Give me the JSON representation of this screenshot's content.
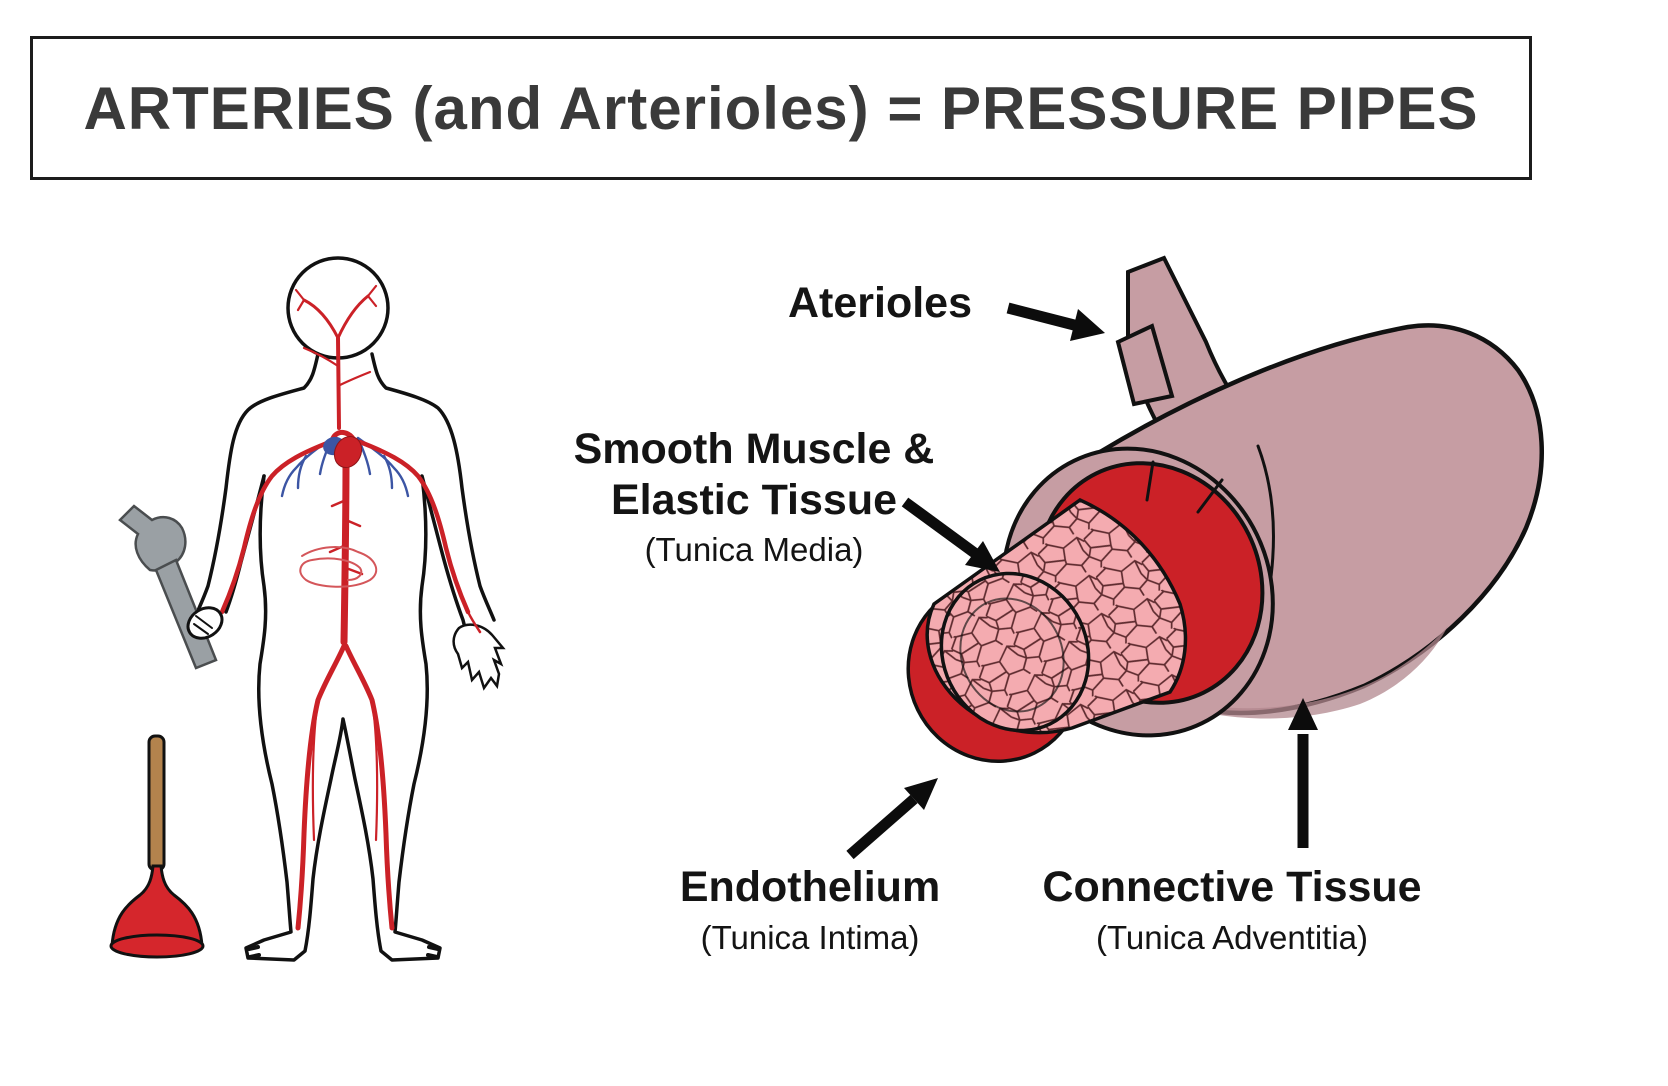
{
  "title": "ARTERIES (and Arterioles) = PRESSURE PIPES",
  "diagram": {
    "arterioles_label": "Aterioles",
    "tunica_media": {
      "line1": "Smooth Muscle &",
      "line2": "Elastic Tissue",
      "sub": "(Tunica Media)"
    },
    "endothelium": {
      "label": "Endothelium",
      "sub": "(Tunica Intima)"
    },
    "connective": {
      "label": "Connective Tissue",
      "sub": "(Tunica Adventitia)"
    }
  },
  "icons": {
    "wrench": "pipe-wrench-icon",
    "plunger": "plunger-icon",
    "body": "human-arterial-system-figure"
  },
  "colors": {
    "title_text": "#3a3a3a",
    "artery_red": "#cb2127",
    "artery_red_light": "#d4565a",
    "outer_tube": "#c69da3",
    "outer_tube_dark": "#b2878d",
    "inner_pink": "#f4abb0",
    "mesh_line": "#5e2b2f",
    "vein_blue": "#3c55a4",
    "plunger_red": "#d5262c",
    "handle_brown": "#b3834d",
    "wrench_gray": "#9aa0a4"
  }
}
